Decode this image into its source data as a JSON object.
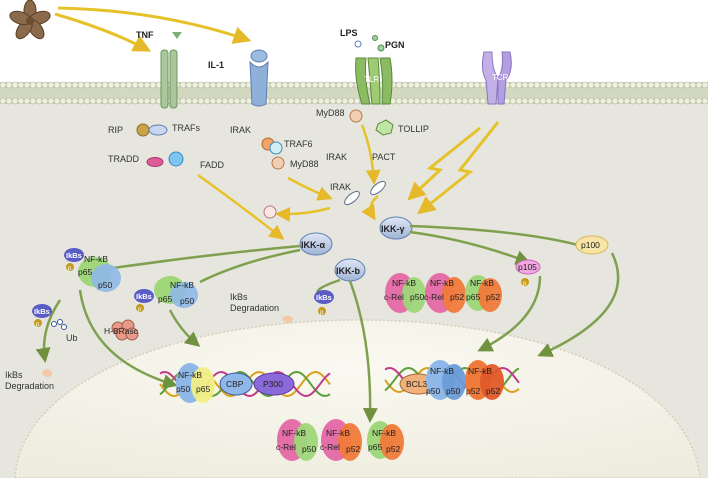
{
  "ligands": {
    "tnf": "TNF",
    "il1": "IL-1",
    "lps": "LPS",
    "pgn": "PGN"
  },
  "receptors": {
    "tlr": "TLR",
    "tcr": "TCR"
  },
  "adaptors": {
    "rip": "RIP",
    "trafs": "TRAFs",
    "tradd": "TRADD",
    "fadd": "FADD",
    "irak1": "IRAK",
    "traf6": "TRAF6",
    "myd88a": "MyD88",
    "myd88b": "MyD88",
    "tollip": "TOLLIP",
    "irak2": "IRAK",
    "pact": "PACT",
    "irak3": "IRAK"
  },
  "ikk": {
    "alpha": "IKK-α",
    "beta": "IKK-b",
    "gamma": "IKK-γ"
  },
  "cytoplasm": {
    "ikbs": "IkBs",
    "p": "p",
    "nfkb": "NF-kB",
    "p65": "p65",
    "p50": "p50",
    "p52": "p52",
    "crel": "c-Rel",
    "ub": "Ub",
    "hbrasc": "H-BRasc",
    "degradation_a": "IkBs\nDegradation",
    "degradation_b": "IkBs\nDegradation",
    "p100": "p100",
    "p105": "p105"
  },
  "nucleus": {
    "cbp": "CBP",
    "p300": "P300",
    "bcl3": "BCL3"
  },
  "colors": {
    "membrane": "#d4d9c2",
    "lipid_head": "#e9ecdc",
    "cytoplasm": "#e6e6df",
    "nucleus": "#f4f3ea",
    "arrow": "#f2d23a",
    "green_arrow": "#7fa04e",
    "ikk": "#b9c8e3",
    "ikbs": "#5a5cc6",
    "p_badge": "#c79a1a",
    "p65": "#9fd77a",
    "p50": "#8fb8e8",
    "crel": "#e56fa8",
    "p52": "#f07a3a",
    "dna_a": "#d9a21a",
    "dna_b": "#5b9e3a",
    "dna_c": "#c23a8a"
  }
}
